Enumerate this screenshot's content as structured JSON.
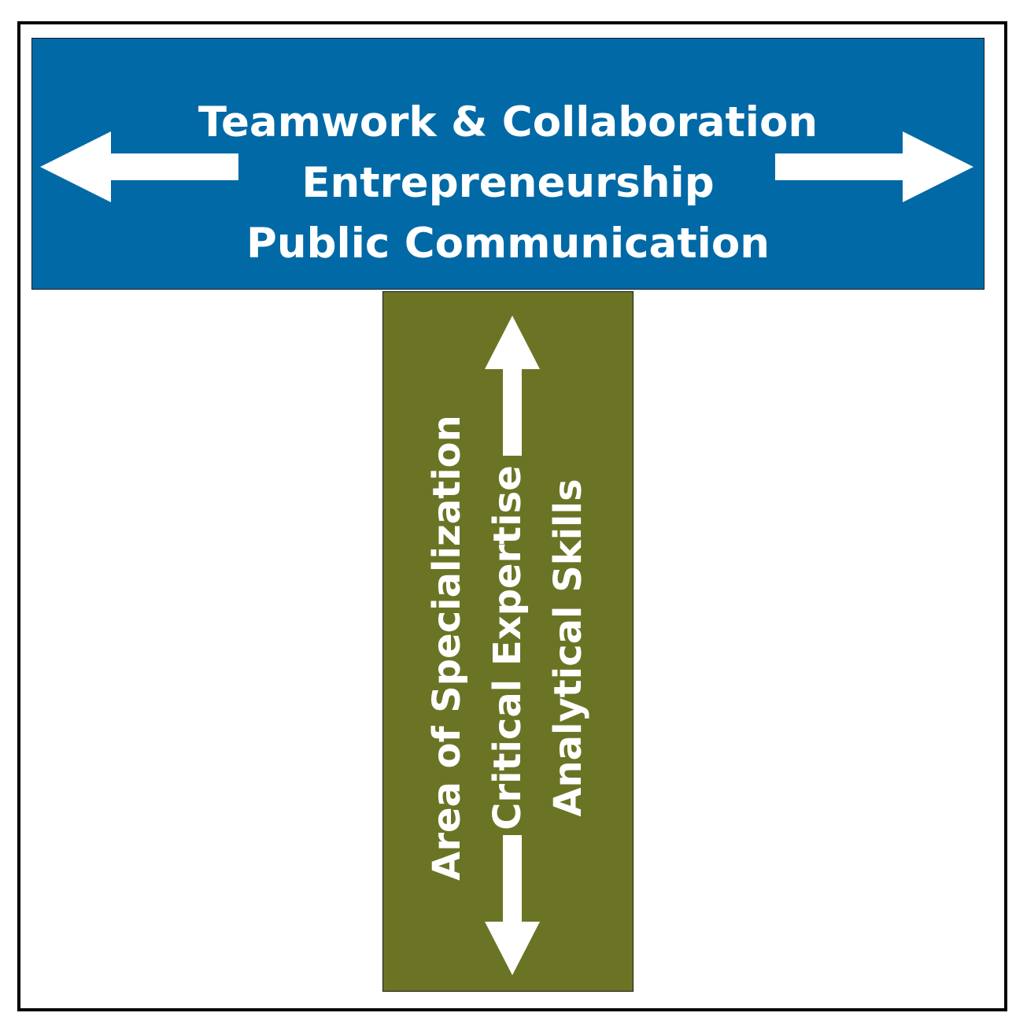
{
  "horizontal": {
    "lines": [
      "Teamwork & Collaboration",
      "Entrepreneurship",
      "Public Communication"
    ],
    "color": "#0069a6"
  },
  "vertical": {
    "lines": [
      "Area of Specialization",
      "Critical Expertise",
      "Analytical Skills"
    ],
    "color": "#6b7424"
  },
  "arrows": {
    "color": "#ffffff",
    "icons": [
      "arrow-left-icon",
      "arrow-right-icon",
      "arrow-up-icon",
      "arrow-down-icon"
    ]
  }
}
